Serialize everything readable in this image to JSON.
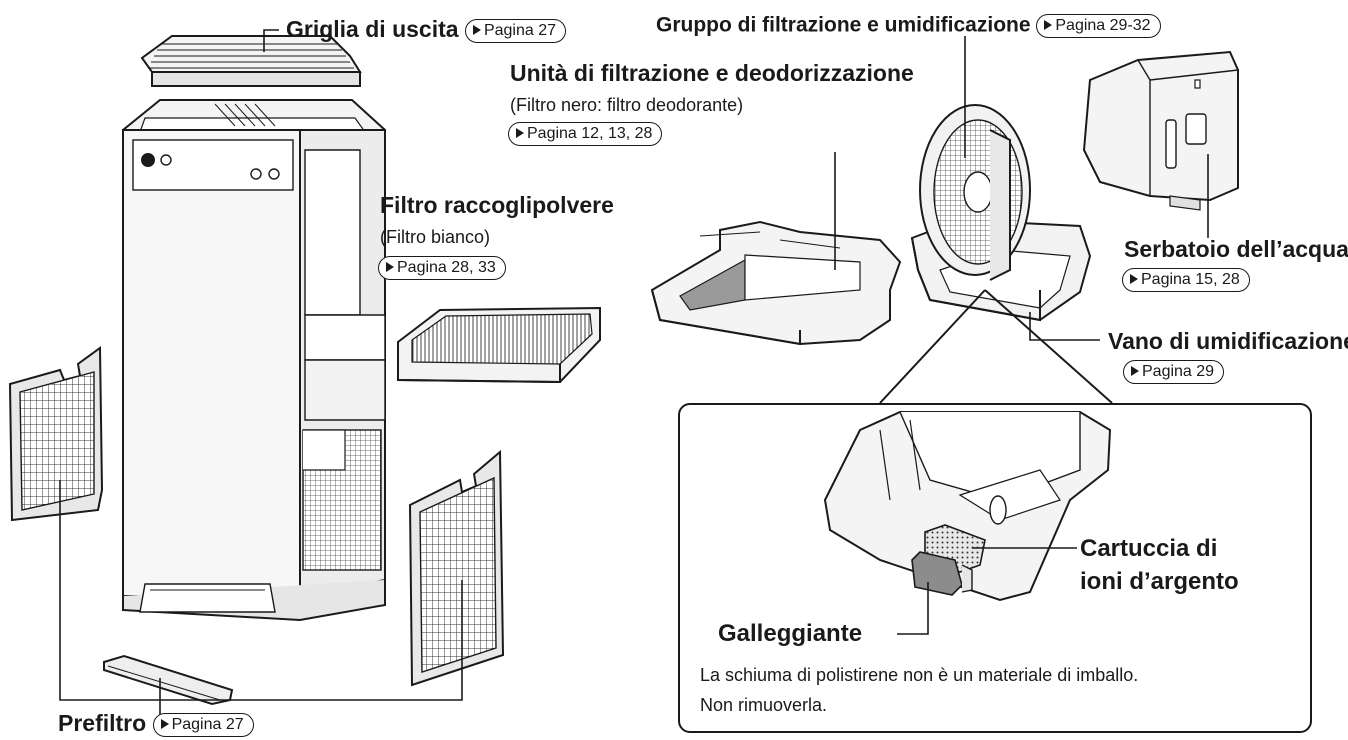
{
  "labels": {
    "griglia": {
      "name": "Griglia di uscita",
      "page": "Pagina 27"
    },
    "gruppo": {
      "name": "Gruppo di filtrazione e umidificazione",
      "page": "Pagina 29-32"
    },
    "unita": {
      "name": "Unità di filtrazione e deodorizzazione",
      "note": "(Filtro nero: filtro deodorante)",
      "page": "Pagina 12, 13, 28"
    },
    "filtro": {
      "name": "Filtro raccoglipolvere",
      "note": "(Filtro bianco)",
      "page": "Pagina 28, 33"
    },
    "serbatoio": {
      "name": "Serbatoio dell’acqua",
      "page": "Pagina 15, 28"
    },
    "vano": {
      "name": "Vano di umidificazione",
      "page": "Pagina 29"
    },
    "cartuccia": {
      "line1": "Cartuccia di",
      "line2": "ioni d’argento"
    },
    "galleggiante": {
      "name": "Galleggiante"
    },
    "nota": {
      "line1": "La schiuma di polistirene non è un materiale di imballo.",
      "line2": "Non rimuoverla."
    },
    "prefiltro": {
      "name": "Prefiltro",
      "page": "Pagina 27"
    }
  },
  "colors": {
    "ink": "#1a1a1a",
    "panel": "#f2f2f2",
    "filter_dark": "#9a9a9a"
  }
}
